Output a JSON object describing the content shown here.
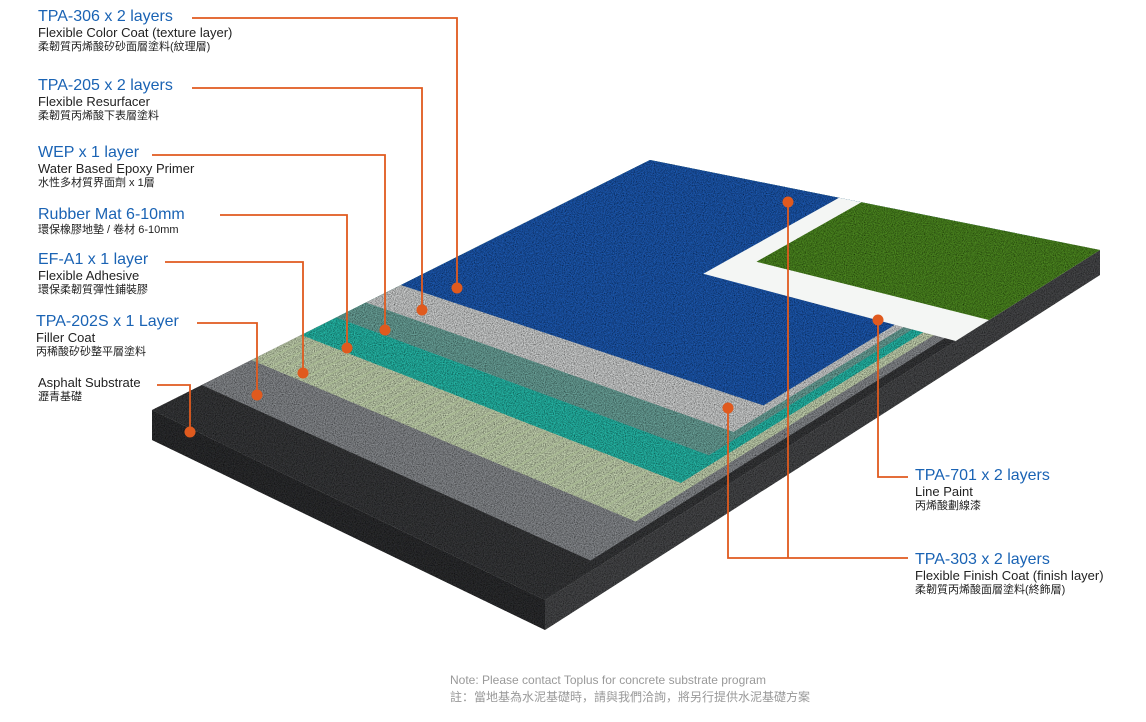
{
  "left_labels": [
    {
      "title": "TPA-306 x 2 layers",
      "sub": "Flexible Color Coat (texture layer)",
      "zh": "柔韌質丙烯酸矽砂面層塗料(紋理層)"
    },
    {
      "title": "TPA-205 x 2 layers",
      "sub": "Flexible Resurfacer",
      "zh": "柔韌質丙烯酸下表層塗料"
    },
    {
      "title": "WEP x 1 layer",
      "sub": "Water Based Epoxy Primer",
      "zh": "水性多材質界面劑 x 1層"
    },
    {
      "title": "Rubber Mat  6-10mm",
      "sub": "",
      "zh": "環保橡膠地墊 / 卷材 6-10mm"
    },
    {
      "title": "EF-A1 x 1 layer",
      "sub": "Flexible Adhesive",
      "zh": "環保柔韌質彈性鋪裝膠"
    },
    {
      "title": "TPA-202S x 1 Layer",
      "sub": "Filler Coat",
      "zh": "丙稀酸矽砂整平層塗料"
    },
    {
      "title": "",
      "sub": "Asphalt Substrate",
      "zh": "瀝青基礎"
    }
  ],
  "right_labels": [
    {
      "title": "TPA-701 x 2 layers",
      "sub": "Line Paint",
      "zh": "丙烯酸劃線漆"
    },
    {
      "title": "TPA-303 x 2 layers",
      "sub": "Flexible Finish Coat (finish layer)",
      "zh": "柔韌質丙烯酸面層塗料(終飾層)"
    }
  ],
  "note": {
    "en": "Note: Please contact Toplus for concrete substrate program",
    "zh": "註：當地基為水泥基礎時，請與我們洽詢，將另行提供水泥基礎方案"
  },
  "colors": {
    "leader": "#e05a1e",
    "title": "#1a63b4",
    "asphalt": "#3a3b3d",
    "filler": "#8c8f93",
    "adhesive": "#cbdab6",
    "rubber": "#27bfae",
    "primer": "#6ea89f",
    "resurfacer": "#d6d8d8",
    "texture": "#1e5cb6",
    "line": "#f4f6f4",
    "green": "#4f8c22",
    "side": "#4a4b4d"
  }
}
